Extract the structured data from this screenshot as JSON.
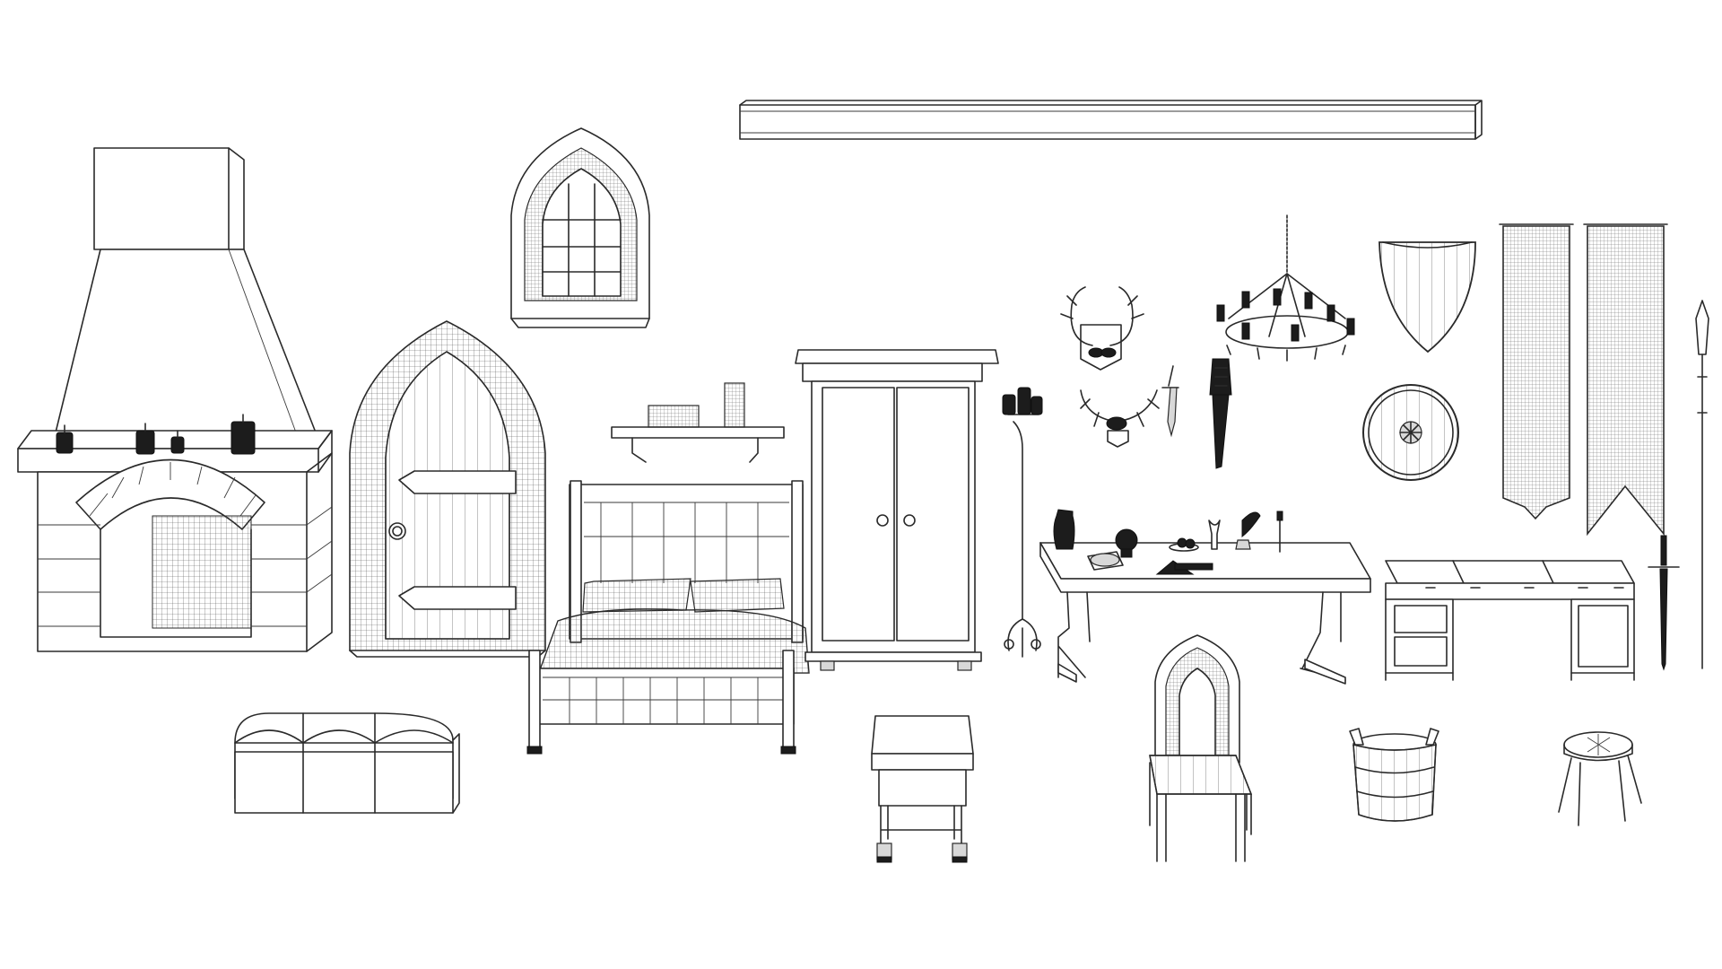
{
  "scene": {
    "background": "#ffffff",
    "line_color": "#2a2a2a",
    "style": "wireframe",
    "props": [
      "beam",
      "fireplace",
      "gothic-window",
      "gothic-door",
      "wall-shelf",
      "bed",
      "wardrobe",
      "candle-stand",
      "antler-trophy",
      "chandelier",
      "torch",
      "dagger",
      "heater-shield",
      "round-shield",
      "banner",
      "spear",
      "table",
      "table-items",
      "writing-desk",
      "sword",
      "chest",
      "nightstand",
      "gothic-chair",
      "bucket",
      "stool"
    ]
  }
}
